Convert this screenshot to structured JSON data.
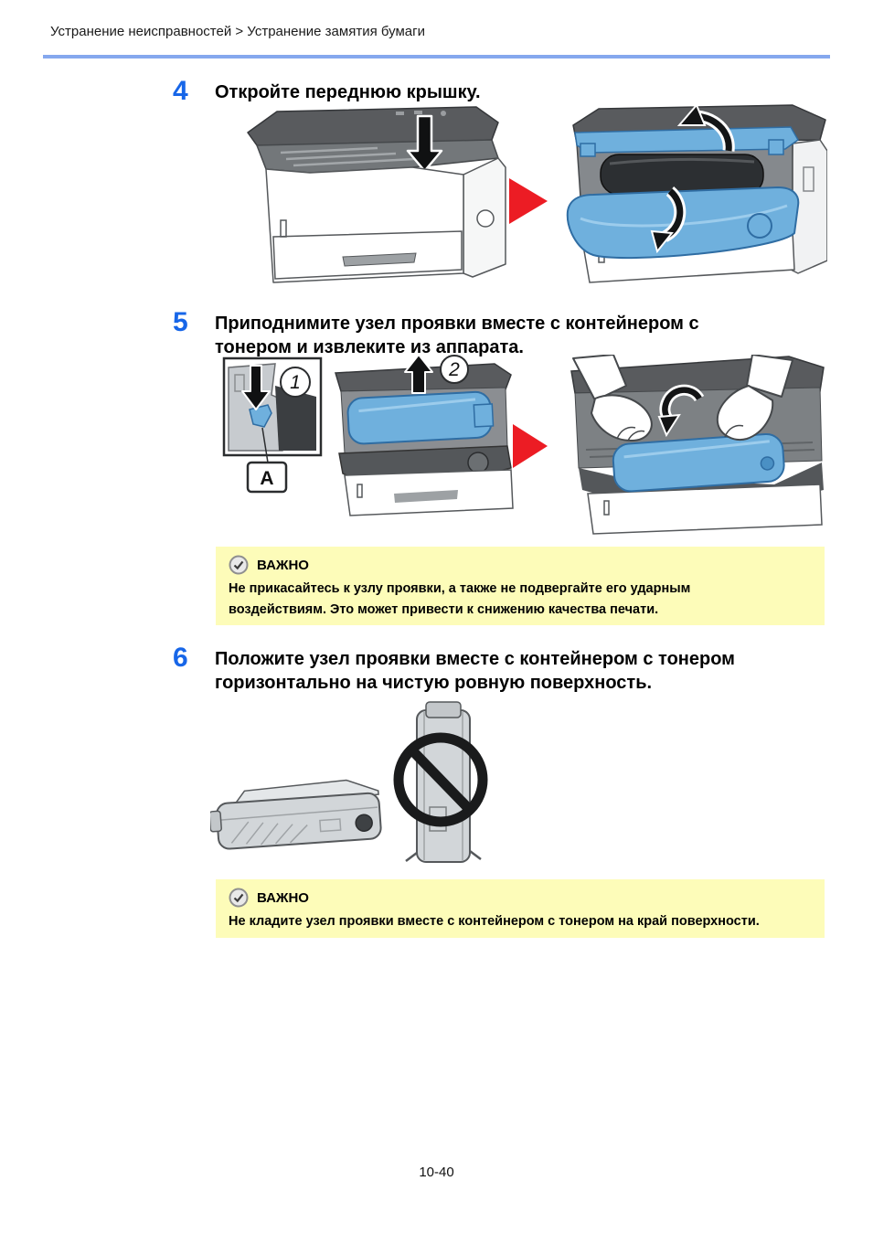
{
  "header": {
    "breadcrumb": "Устранение неисправностей > Устранение замятия бумаги"
  },
  "footer": {
    "page_number": "10-40"
  },
  "steps": {
    "step4": {
      "number": "4",
      "title": "Откройте переднюю крышку."
    },
    "step5": {
      "number": "5",
      "title_lines": [
        "Приподнимите узел проявки вместе с контейнером с",
        "тонером и извлеките из аппарата."
      ]
    },
    "step6": {
      "number": "6",
      "title_lines": [
        "Положите узел проявки вместе с контейнером с тонером",
        "горизонтально на чистую ровную поверхность."
      ]
    }
  },
  "notes": [
    {
      "title": "ВАЖНО",
      "lines": [
        "Не прикасайтесь к узлу проявки, а также не подвергайте его ударным",
        "воздействиям. Это может привести к снижению качества печати."
      ]
    },
    {
      "title": "ВАЖНО",
      "lines": [
        "Не кладите узел проявки вместе с контейнером с тонером на край поверхности."
      ]
    }
  ],
  "figure_labels": {
    "inset": "А",
    "callout1": "1",
    "callout2": "2"
  },
  "colors": {
    "accent_blue": "#1766e8",
    "header_rule": "#85a8ee",
    "note_background": "#fdfcb9",
    "illustration_highlight": "#6fb0dd",
    "arrow_red": "#ec1c24",
    "dark_gray": "#595b5e"
  }
}
